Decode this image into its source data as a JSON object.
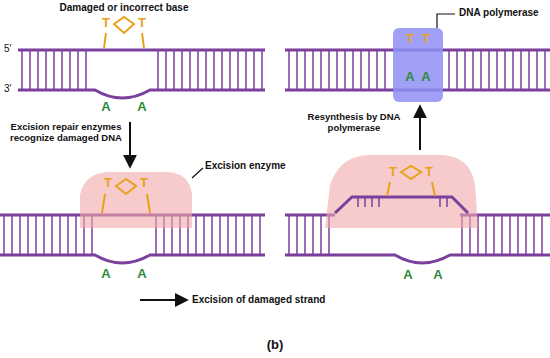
{
  "diagram": {
    "caption": "(b)",
    "labels": [
      "Damaged or incorrect base",
      "T",
      "T",
      "DNA polymerase",
      "T",
      "T",
      "5′",
      "3′",
      "A",
      "A",
      "A",
      "A",
      "Excision repair enzymes recognize damaged DNA",
      "Resynthesis by DNA polymerase",
      "Excision enzyme",
      "T",
      "T",
      "T",
      "T",
      "A",
      "A",
      "A",
      "A",
      "Excision of damaged strand"
    ]
  }
}
